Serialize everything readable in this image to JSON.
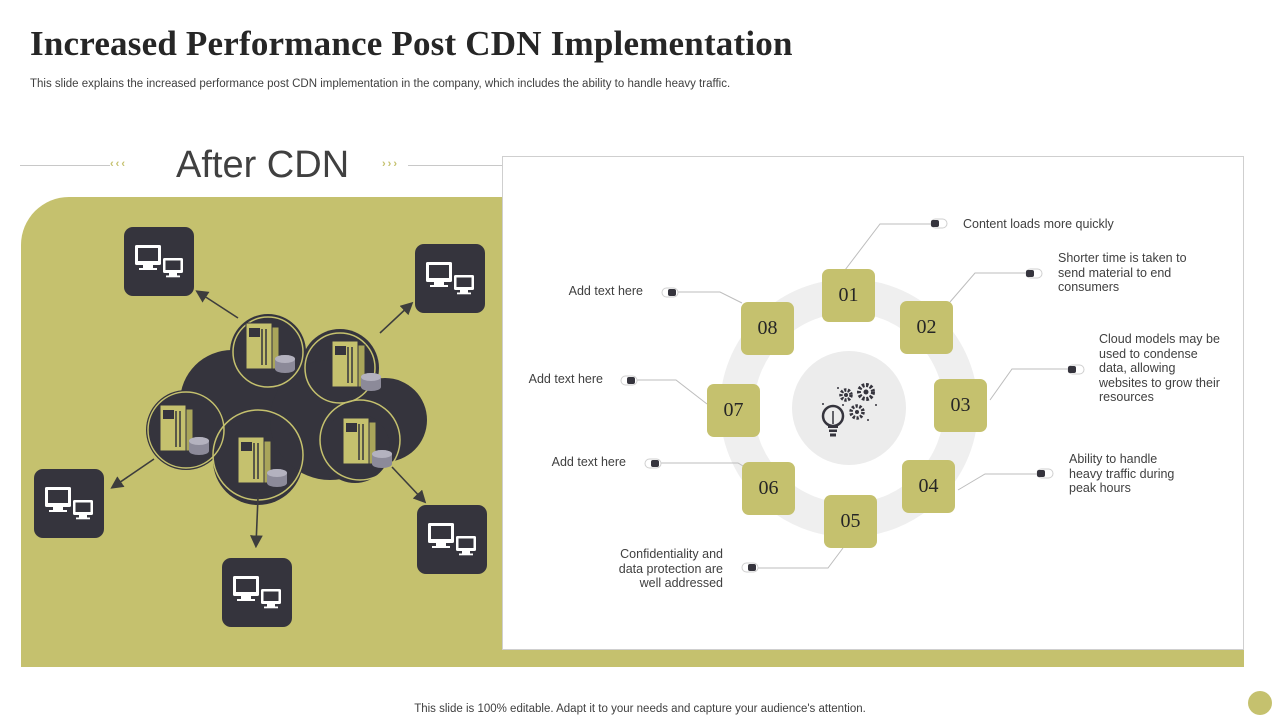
{
  "title": "Increased Performance Post CDN Implementation",
  "subtitle": "This slide explains the increased performance post CDN implementation in the company, which includes the ability to handle heavy traffic.",
  "section_title": "After CDN",
  "footer": "This slide is 100% editable. Adapt it to your needs and capture your audience's attention.",
  "colors": {
    "accent": "#c5c16e",
    "dark": "#35343d",
    "text": "#404040"
  },
  "cycle": {
    "center_icon": "lightbulb-gears-icon",
    "steps": [
      {
        "num": "01",
        "text": "Content loads more quickly"
      },
      {
        "num": "02",
        "text": "Shorter time is taken to send material to end consumers"
      },
      {
        "num": "03",
        "text": "Cloud models may be used to condense data, allowing websites to grow their resources"
      },
      {
        "num": "04",
        "text": "Ability to handle heavy traffic during peak hours"
      },
      {
        "num": "05",
        "text": "Confidentiality and data protection are well addressed"
      },
      {
        "num": "06",
        "text": "Add text here"
      },
      {
        "num": "07",
        "text": "Add text here"
      },
      {
        "num": "08",
        "text": "Add text here"
      }
    ]
  },
  "network": {
    "cloud_icon": "server-cloud-icon",
    "clients": [
      "computer-icon",
      "computer-icon",
      "computer-icon",
      "computer-icon",
      "computer-icon"
    ]
  }
}
